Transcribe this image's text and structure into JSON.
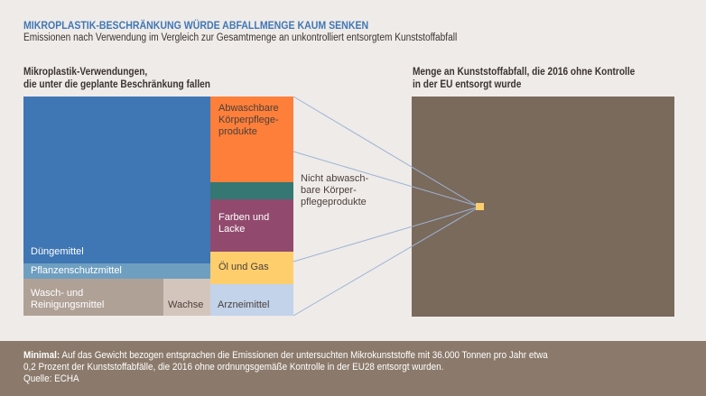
{
  "header": {
    "title": "MIKROPLASTIK-BESCHRÄNKUNG WÜRDE ABFALLMENGE KAUM SENKEN",
    "subtitle": "Emissionen nach Verwendung im Vergleich zur Gesamtmenge an unkontrolliert entsorgtem Kunststoffabfall"
  },
  "left_heading": {
    "line1": "Mikroplastik-Verwendungen,",
    "line2": "die unter die geplante Beschränkung fallen"
  },
  "right_heading": {
    "line1": "Menge an Kunststoffabfall, die 2016 ohne Kontrolle",
    "line2": "in der EU entsorgt wurde"
  },
  "segments": {
    "duengemittel": {
      "label": "Düngemittel",
      "color": "#3f76b4"
    },
    "pflanzenschutz": {
      "label": "Pflanzenschutzmittel",
      "color": "#6f9fc0"
    },
    "wasch": {
      "line1": "Wasch- und",
      "line2": "Reinigungsmittel",
      "color": "#b0a197"
    },
    "wachse": {
      "label": "Wachse",
      "color": "#d3c5bc"
    },
    "abwaschbar": {
      "line1": "Abwaschbare",
      "line2": "Körperpflege-",
      "line3": "produkte",
      "color": "#fd7f3a"
    },
    "nicht_abwaschbar": {
      "line1": "Nicht abwasch-",
      "line2": "bare Körper-",
      "line3": "pflegeprodukte",
      "color": "#357772"
    },
    "farben": {
      "line1": "Farben und",
      "line2": "Lacke",
      "color": "#914a6d"
    },
    "oel": {
      "label": "Öl und Gas",
      "color": "#fece6d"
    },
    "arznei": {
      "label": "Arzneimittel",
      "color": "#c2d3ea"
    }
  },
  "total_waste": {
    "color": "#7a6a5c",
    "marker_color": "#fece6d"
  },
  "footer": {
    "bold": "Minimal:",
    "text1": " Auf das Gewicht bezogen entsprachen die Emissionen der untersuchten Mikrokunststoffe mit 36.000 Tonnen pro Jahr etwa",
    "text2": "0,2 Prozent der Kunststoffabfälle, die 2016 ohne ordnungsgemäße Kontrolle in der EU28 entsorgt wurden.",
    "source": "Quelle: ECHA"
  }
}
